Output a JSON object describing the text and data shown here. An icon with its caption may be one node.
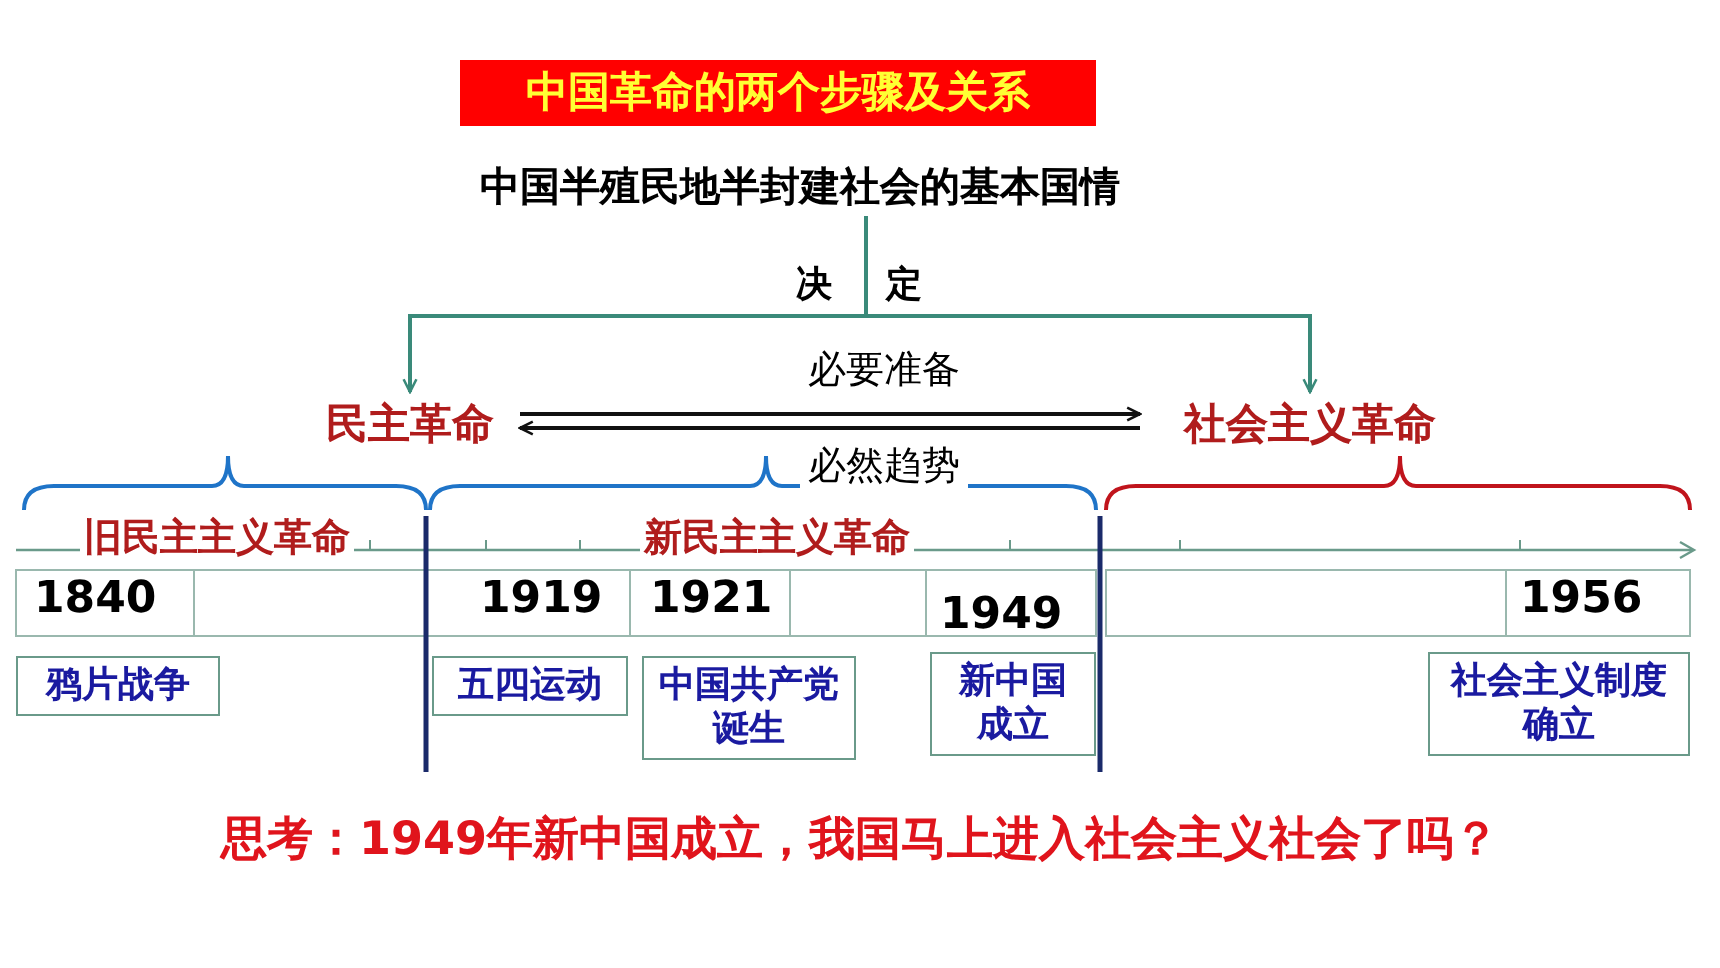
{
  "diagram": {
    "title": "中国革命的两个步骤及关系",
    "caption": "思考：1949年新中国成立，我国马上进入社会主义社会了吗？",
    "nodes": [
      {
        "text": [
          "中国半殖民地半封建社会的基本国情"
        ]
      },
      {
        "text": [
          "民主革命"
        ]
      },
      {
        "text": [
          "社会主义革命"
        ]
      },
      {
        "text": [
          "鸦片战争"
        ]
      },
      {
        "text": [
          "五四运动"
        ]
      },
      {
        "text": [
          "中国共产党诞生"
        ]
      },
      {
        "text": [
          "新中国成立"
        ]
      },
      {
        "text": [
          "社会主义制度确立"
        ]
      }
    ],
    "edges": [
      {
        "from": 0,
        "to": 1,
        "arrow": "to",
        "color": "#3a8a7a"
      },
      {
        "from": 0,
        "to": 2,
        "arrow": "to",
        "color": "#3a8a7a"
      },
      {
        "from": 1,
        "to": 2,
        "arrow": "to",
        "label": "必要准备",
        "color": "#111111"
      },
      {
        "from": 2,
        "to": 1,
        "arrow": "to",
        "label": "必然趋势",
        "color": "#111111"
      }
    ],
    "labels": [
      "决",
      "定",
      "旧民主主义革命",
      "新民主主义革命",
      "1840",
      "1919",
      "1921",
      "1949",
      "1956"
    ]
  }
}
